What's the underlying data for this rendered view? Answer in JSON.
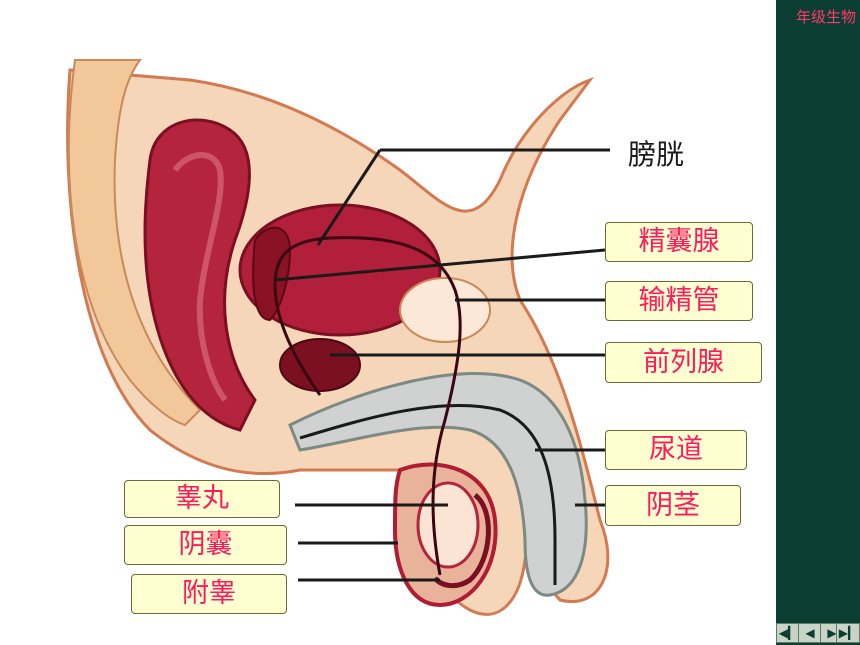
{
  "header": {
    "course_label": "年级生物"
  },
  "labels": {
    "bladder": "膀胱",
    "seminal_vesicle": "精囊腺",
    "vas_deferens": "输精管",
    "prostate": "前列腺",
    "urethra": "尿道",
    "penis": "阴茎",
    "testis": "睾丸",
    "scrotum": "阴囊",
    "epididymis": "附睾"
  },
  "nav": {
    "first": "◀▎",
    "prev": "◀",
    "next": "▶",
    "last": "▶▎"
  },
  "colors": {
    "sidebar": "#0b3d32",
    "label_text": "#ff1a5c",
    "label_bg": "#ffffd2",
    "tissue": "#b01c34"
  }
}
